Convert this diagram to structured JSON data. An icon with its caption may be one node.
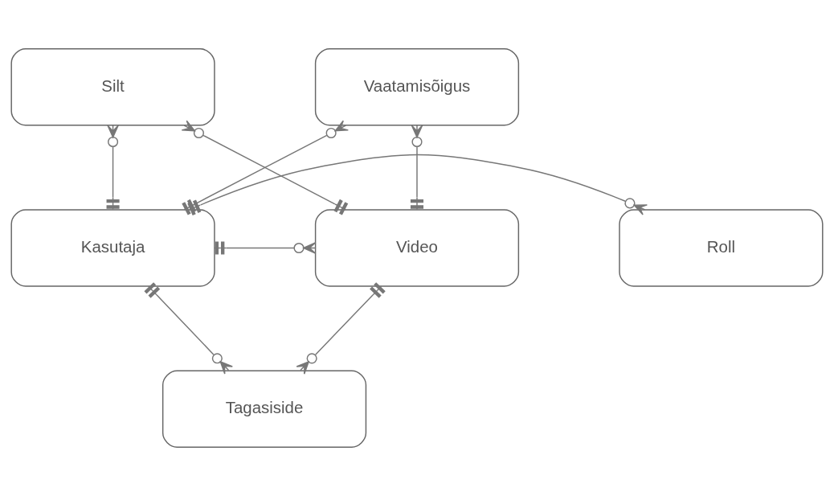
{
  "diagram": {
    "nodes": [
      {
        "text": [
          "Silt"
        ]
      },
      {
        "text": [
          "Vaatamisõigus"
        ]
      },
      {
        "text": [
          "Video"
        ]
      },
      {
        "text": [
          "Kasutaja"
        ]
      },
      {
        "text": [
          "Roll"
        ]
      },
      {
        "text": [
          "Tagasiside"
        ]
      }
    ],
    "edges": [
      {
        "from": 2,
        "to": 0,
        "arrow": "other"
      },
      {
        "from": 3,
        "to": 0,
        "arrow": "other"
      },
      {
        "from": 2,
        "to": 1,
        "arrow": "other"
      },
      {
        "from": 3,
        "to": 1,
        "arrow": "other"
      },
      {
        "from": 3,
        "to": 2,
        "arrow": "other"
      },
      {
        "from": 3,
        "to": 4,
        "arrow": "other"
      },
      {
        "from": 2,
        "to": 5,
        "arrow": "other"
      },
      {
        "from": 3,
        "to": 5,
        "arrow": "other"
      }
    ]
  }
}
